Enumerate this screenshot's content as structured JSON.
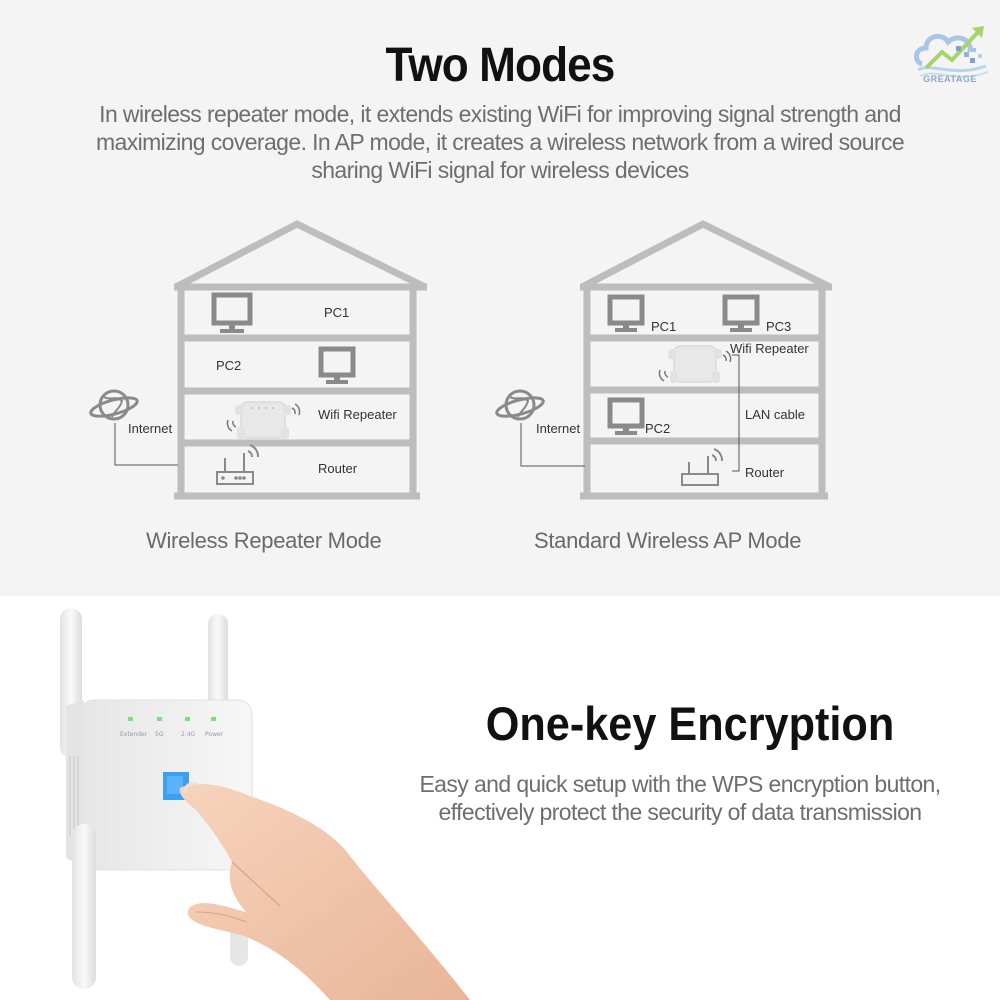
{
  "brand": {
    "logo_icon": "cloud-chart-arrow-icon",
    "name": "GREATAGE"
  },
  "section_modes": {
    "title": "Two Modes",
    "description": "In wireless repeater mode, it extends existing WiFi for improving signal strength and maximizing coverage. In AP mode, it creates a wireless network from a wired source sharing WiFi signal for wireless devices",
    "diagrams": [
      {
        "caption": "Wireless Repeater Mode",
        "labels": {
          "internet": "Internet",
          "pc1": "PC1",
          "pc2": "PC2",
          "repeater": "Wifi Repeater",
          "router": "Router"
        }
      },
      {
        "caption": "Standard Wireless AP Mode",
        "labels": {
          "internet": "Internet",
          "pc1": "PC1",
          "pc2": "PC2",
          "pc3": "PC3",
          "repeater": "Wifi Repeater",
          "lan": "LAN cable",
          "router": "Router"
        }
      }
    ]
  },
  "section_encryption": {
    "title": "One-key Encryption",
    "description": "Easy and quick setup with the WPS encryption button, effectively protect the security of data transmission",
    "device_leds": [
      "Extender",
      "5G",
      "2.4G",
      "Power"
    ]
  },
  "colors": {
    "top_bg": "#f4f4f4",
    "house_line": "#bdbdbd",
    "icon_gray": "#8a8a8a",
    "wps_blue": "#3aa0f0",
    "led_green": "#7be07b"
  }
}
